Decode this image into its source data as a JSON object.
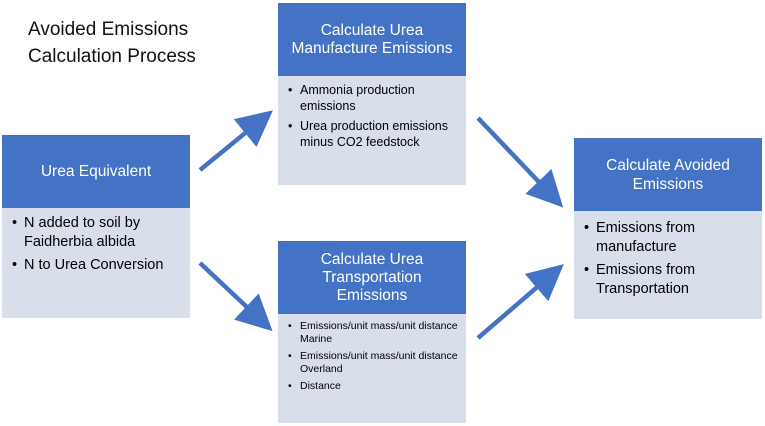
{
  "title_lines": [
    "Avoided Emissions",
    "Calculation Process"
  ],
  "boxes": {
    "urea_equivalent": {
      "title": "Urea Equivalent",
      "items": [
        "N added to soil by Faidherbia albida",
        "N to Urea Conversion"
      ]
    },
    "manufacture": {
      "title": "Calculate Urea Manufacture Emissions",
      "items": [
        "Ammonia production emissions",
        "Urea production emissions minus CO2 feedstock"
      ]
    },
    "transportation": {
      "title": "Calculate Urea Transportation Emissions",
      "items": [
        "Emissions/unit mass/unit distance Marine",
        "Emissions/unit mass/unit distance Overland",
        "Distance"
      ]
    },
    "avoided": {
      "title": "Calculate Avoided Emissions",
      "items": [
        "Emissions from manufacture",
        "Emissions from Transportation"
      ]
    }
  },
  "bullet_symbol": "•",
  "colors": {
    "header": "#4472C4",
    "body": "#D9DEEB",
    "arrow": "#4472C4"
  }
}
